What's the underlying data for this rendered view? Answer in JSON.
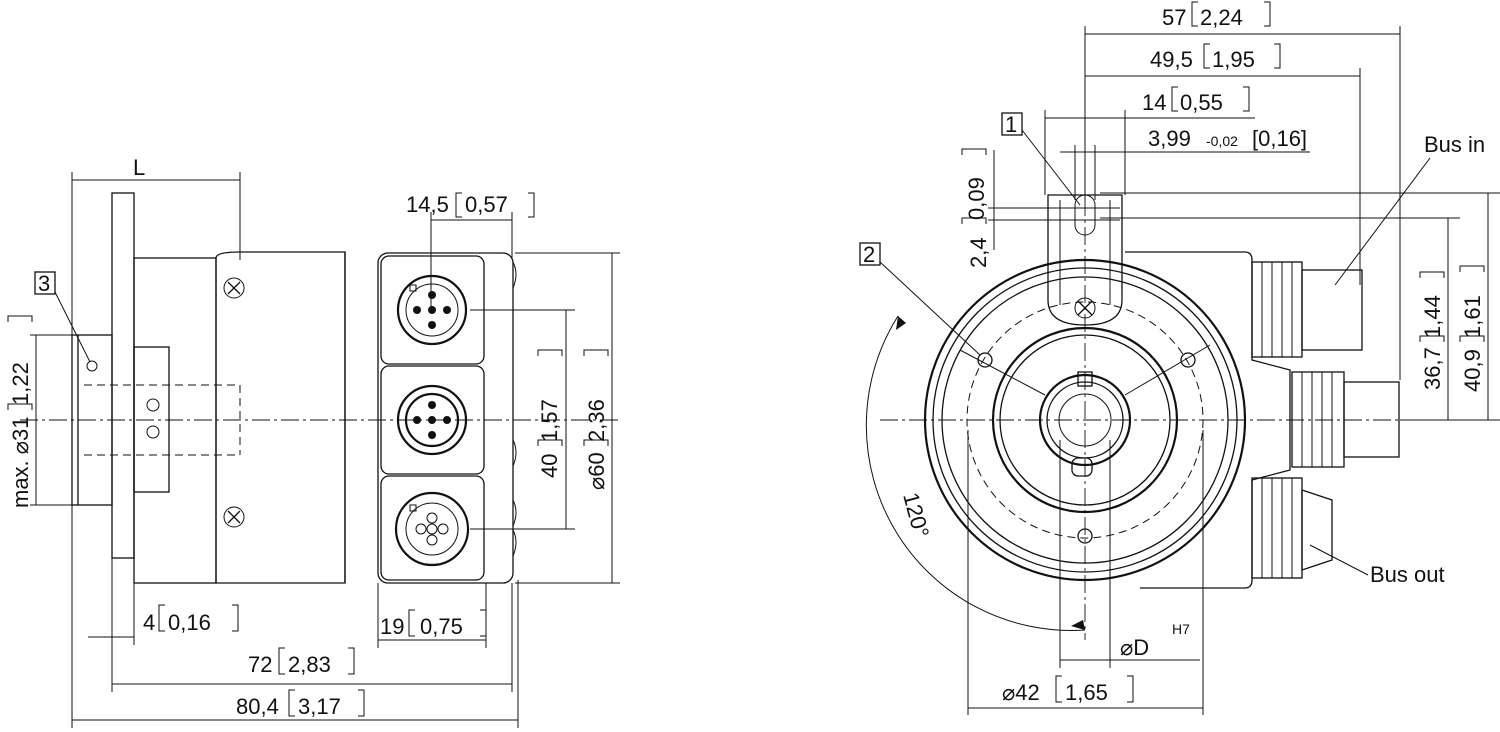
{
  "side_view": {
    "L": "L",
    "dim_14_5": "14,5",
    "dim_0_57": "0,57",
    "dim_40": "40",
    "dim_1_57": "1,57",
    "dim_60_prefix": "⌀60",
    "dim_2_36": "2,36",
    "dim_31_prefix": "max. ⌀31",
    "dim_1_22": "1,22",
    "dim_4": "4",
    "dim_0_16": "0,16",
    "dim_19": "19",
    "dim_0_75": "0,75",
    "dim_72": "72",
    "dim_2_83": "2,83",
    "dim_80_4": "80,4",
    "dim_3_17": "3,17",
    "label_3": "3"
  },
  "front_view": {
    "dim_57": "57",
    "dim_2_24": "2,24",
    "dim_49_5": "49,5",
    "dim_1_95": "1,95",
    "dim_14": "14",
    "dim_0_55": "0,55",
    "dim_3_99": "3,99",
    "dim_tol": "-0,02",
    "dim_0_16": "[0,16]",
    "dim_2_4": "2,4",
    "dim_0_09": "0,09",
    "dim_36_7": "36,7",
    "dim_1_44": "1,44",
    "dim_40_9": "40,9",
    "dim_1_61": "1,61",
    "angle_120": "120°",
    "dim_D": "⌀D",
    "dim_H7": "H7",
    "dim_42": "⌀42",
    "dim_1_65": "1,65",
    "bus_in": "Bus in",
    "bus_out": "Bus out",
    "label_1": "1",
    "label_2": "2"
  }
}
